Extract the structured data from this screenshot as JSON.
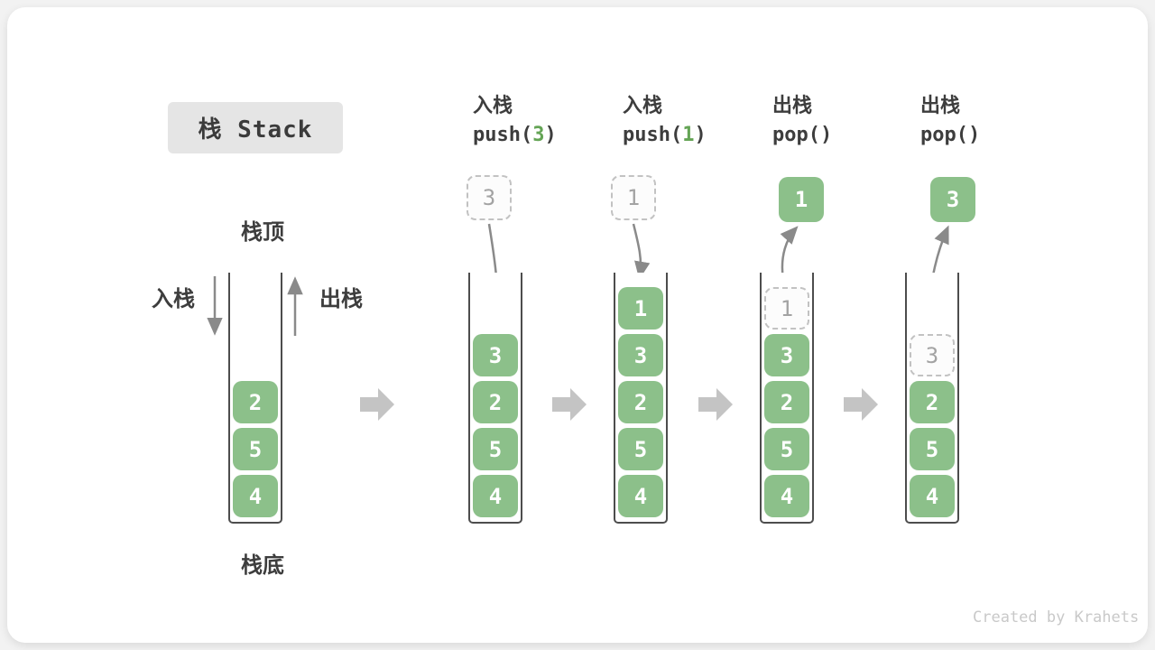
{
  "title": "栈 Stack",
  "footer": "Created by Krahets",
  "labels": {
    "stack_top": "栈顶",
    "stack_bottom": "栈底",
    "push_in": "入栈",
    "pop_out": "出栈"
  },
  "colors": {
    "cell_green": "#8CC08A",
    "code_green": "#64A455",
    "arrow_grey": "#8a8a8a",
    "step_arrow_grey": "#c4c4c4"
  },
  "columns": [
    {
      "name": "initial",
      "items": [
        {
          "v": "2"
        },
        {
          "v": "5"
        },
        {
          "v": "4"
        }
      ]
    },
    {
      "name": "push-3",
      "op": "入栈",
      "code": [
        {
          "t": "push("
        },
        {
          "t": "3",
          "green": true
        },
        {
          "t": ")"
        }
      ],
      "floating": {
        "v": "3",
        "ghost": true
      },
      "items": [
        {
          "v": "3"
        },
        {
          "v": "2"
        },
        {
          "v": "5"
        },
        {
          "v": "4"
        }
      ]
    },
    {
      "name": "push-1",
      "op": "入栈",
      "code": [
        {
          "t": "push("
        },
        {
          "t": "1",
          "green": true
        },
        {
          "t": ")"
        }
      ],
      "floating": {
        "v": "1",
        "ghost": true
      },
      "items": [
        {
          "v": "1"
        },
        {
          "v": "3"
        },
        {
          "v": "2"
        },
        {
          "v": "5"
        },
        {
          "v": "4"
        }
      ]
    },
    {
      "name": "pop-1",
      "op": "出栈",
      "code": [
        {
          "t": "pop()"
        }
      ],
      "floating": {
        "v": "1",
        "ghost": false
      },
      "items": [
        {
          "v": "1",
          "ghost": true
        },
        {
          "v": "3"
        },
        {
          "v": "2"
        },
        {
          "v": "5"
        },
        {
          "v": "4"
        }
      ]
    },
    {
      "name": "pop-3",
      "op": "出栈",
      "code": [
        {
          "t": "pop()"
        }
      ],
      "floating": {
        "v": "3",
        "ghost": false
      },
      "items": [
        {
          "v": "3",
          "ghost": true
        },
        {
          "v": "2"
        },
        {
          "v": "5"
        },
        {
          "v": "4"
        }
      ]
    }
  ]
}
